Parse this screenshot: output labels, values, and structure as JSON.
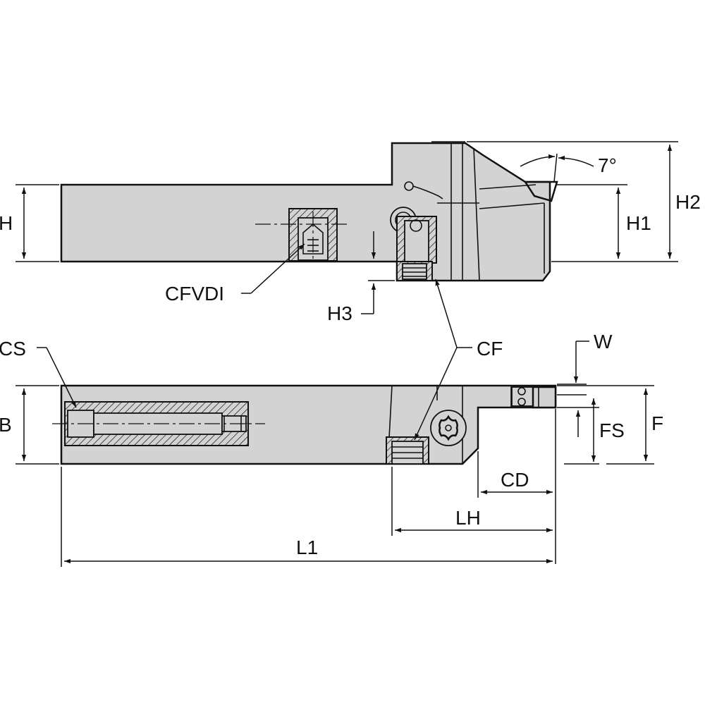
{
  "labels": {
    "h": "H",
    "h1": "H1",
    "h2": "H2",
    "h3": "H3",
    "angle": "7°",
    "cfvdi": "CFVDI",
    "cs": "CS",
    "cf": "CF",
    "w": "W",
    "b": "B",
    "fs": "FS",
    "f": "F",
    "cd": "CD",
    "lh": "LH",
    "l1": "L1"
  },
  "colors": {
    "body_fill": "#d3d3d3",
    "line": "#111111",
    "background": "#ffffff"
  }
}
